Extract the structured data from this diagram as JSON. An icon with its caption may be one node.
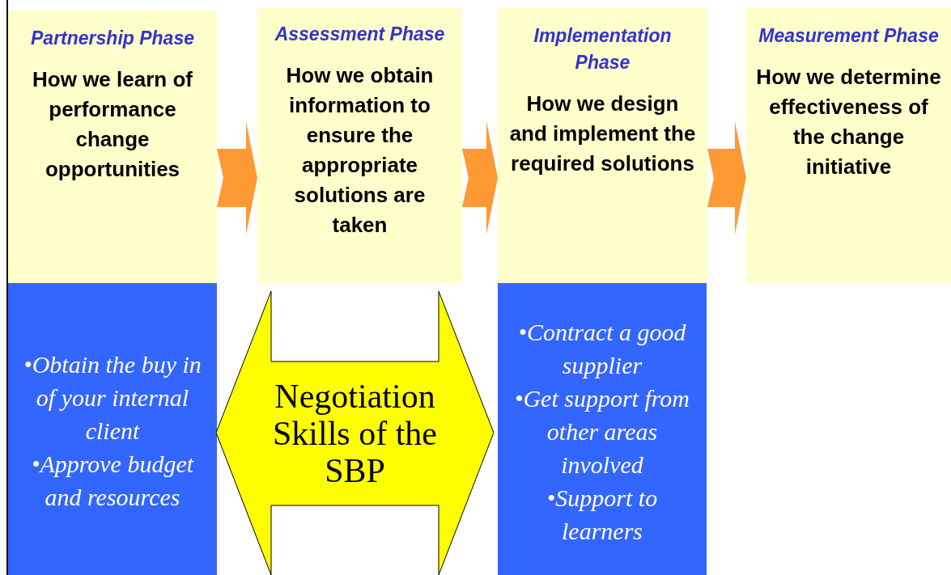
{
  "diagram": {
    "nodes": [
      {
        "text": [
          "Partnership Phase",
          "How we learn of performance change opportunities"
        ]
      },
      {
        "text": [
          "Assessment Phase",
          "How we obtain information to ensure the appropriate solutions are taken"
        ]
      },
      {
        "text": [
          "Implementation Phase",
          "How we design and implement the required solutions"
        ]
      },
      {
        "text": [
          "Measurement Phase",
          "How we determine effectiveness of the change initiative"
        ]
      },
      {
        "text": [
          "•Obtain the buy in of your internal client",
          "•Approve budget and resources"
        ]
      },
      {
        "text": [
          "Negotiation Skills of the SBP"
        ]
      },
      {
        "text": [
          "•Contract a good supplier",
          "•Get support from other areas involved",
          "•Support to learners"
        ]
      }
    ],
    "edges": [
      {
        "from": 0,
        "to": 1,
        "arrow": "to"
      },
      {
        "from": 1,
        "to": 2,
        "arrow": "to"
      },
      {
        "from": 2,
        "to": 3,
        "arrow": "to"
      }
    ]
  }
}
